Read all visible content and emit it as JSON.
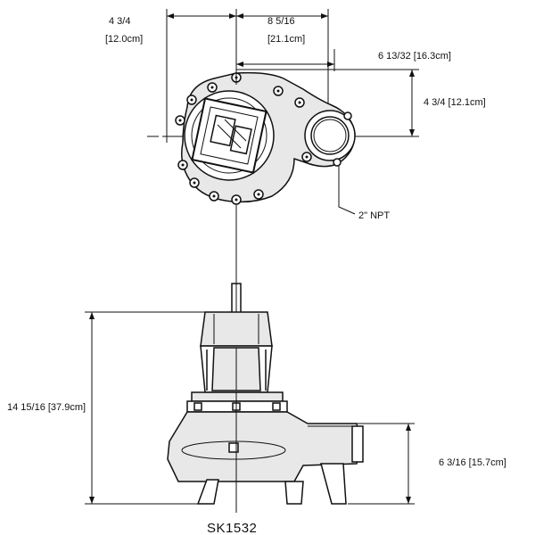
{
  "dimensions": {
    "top_left_width": "4 3/4",
    "top_left_width_cm": "[12.0cm]",
    "top_right_width": "8 5/16",
    "top_right_width_cm": "[21.1cm]",
    "discharge_offset": "6 13/32 [16.3cm]",
    "discharge_height": "4 3/4 [12.1cm]",
    "overall_height": "14 15/16 [37.9cm]",
    "discharge_center_height": "6 3/16 [15.7cm]"
  },
  "callouts": {
    "npt": "2\" NPT"
  },
  "model": "SK1532"
}
